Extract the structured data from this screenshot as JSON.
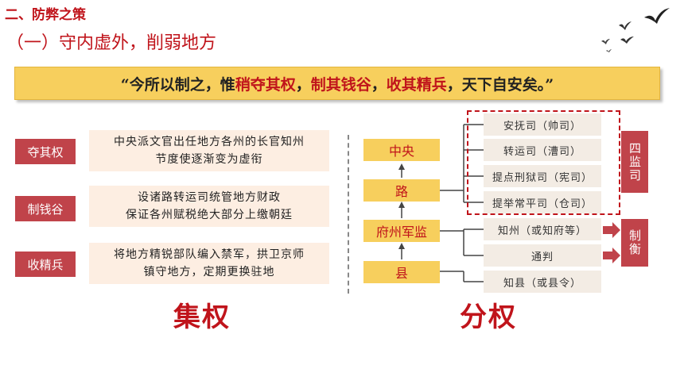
{
  "header": {
    "section_title": "二、防弊之策",
    "sub_title": "（一）守内虚外，削弱地方"
  },
  "quote": {
    "open": "“今所以制之，惟",
    "h1": "稍夺其权",
    "s1": "，",
    "h2": "制其钱谷",
    "s2": "，",
    "h3": "收其精兵",
    "close": "，天下自安矣。”"
  },
  "centralize": {
    "rows": [
      {
        "tag": "夺其权",
        "line1": "中央派文官出任地方各州的长官知州",
        "line2": "节度使逐渐变为虚衔"
      },
      {
        "tag": "制钱谷",
        "line1": "设诸路转运司统管地方财政",
        "line2": "保证各州赋税绝大部分上缴朝廷"
      },
      {
        "tag": "收精兵",
        "line1": "将地方精锐部队编入禁军，拱卫京师",
        "line2": "镇守地方，定期更换驻地"
      }
    ],
    "label": "集权"
  },
  "divide": {
    "levels": [
      "中央",
      "路",
      "府州军监",
      "县"
    ],
    "circuit_offices": [
      "安抚司（帅司）",
      "转运司（漕司）",
      "提点刑狱司（宪司）",
      "提举常平司（仓司）"
    ],
    "prefecture_offices": [
      "知州（或知府等）",
      "通判",
      "知县（或县令）"
    ],
    "four_supervisors": "四监司",
    "checks": "制衡",
    "label": "分权"
  },
  "colors": {
    "red": "#c0141b",
    "tag_red": "#c0434a",
    "gold": "#f7cf5d",
    "desc_bg": "#fdeee2",
    "branch_bg": "#f3ece4"
  }
}
